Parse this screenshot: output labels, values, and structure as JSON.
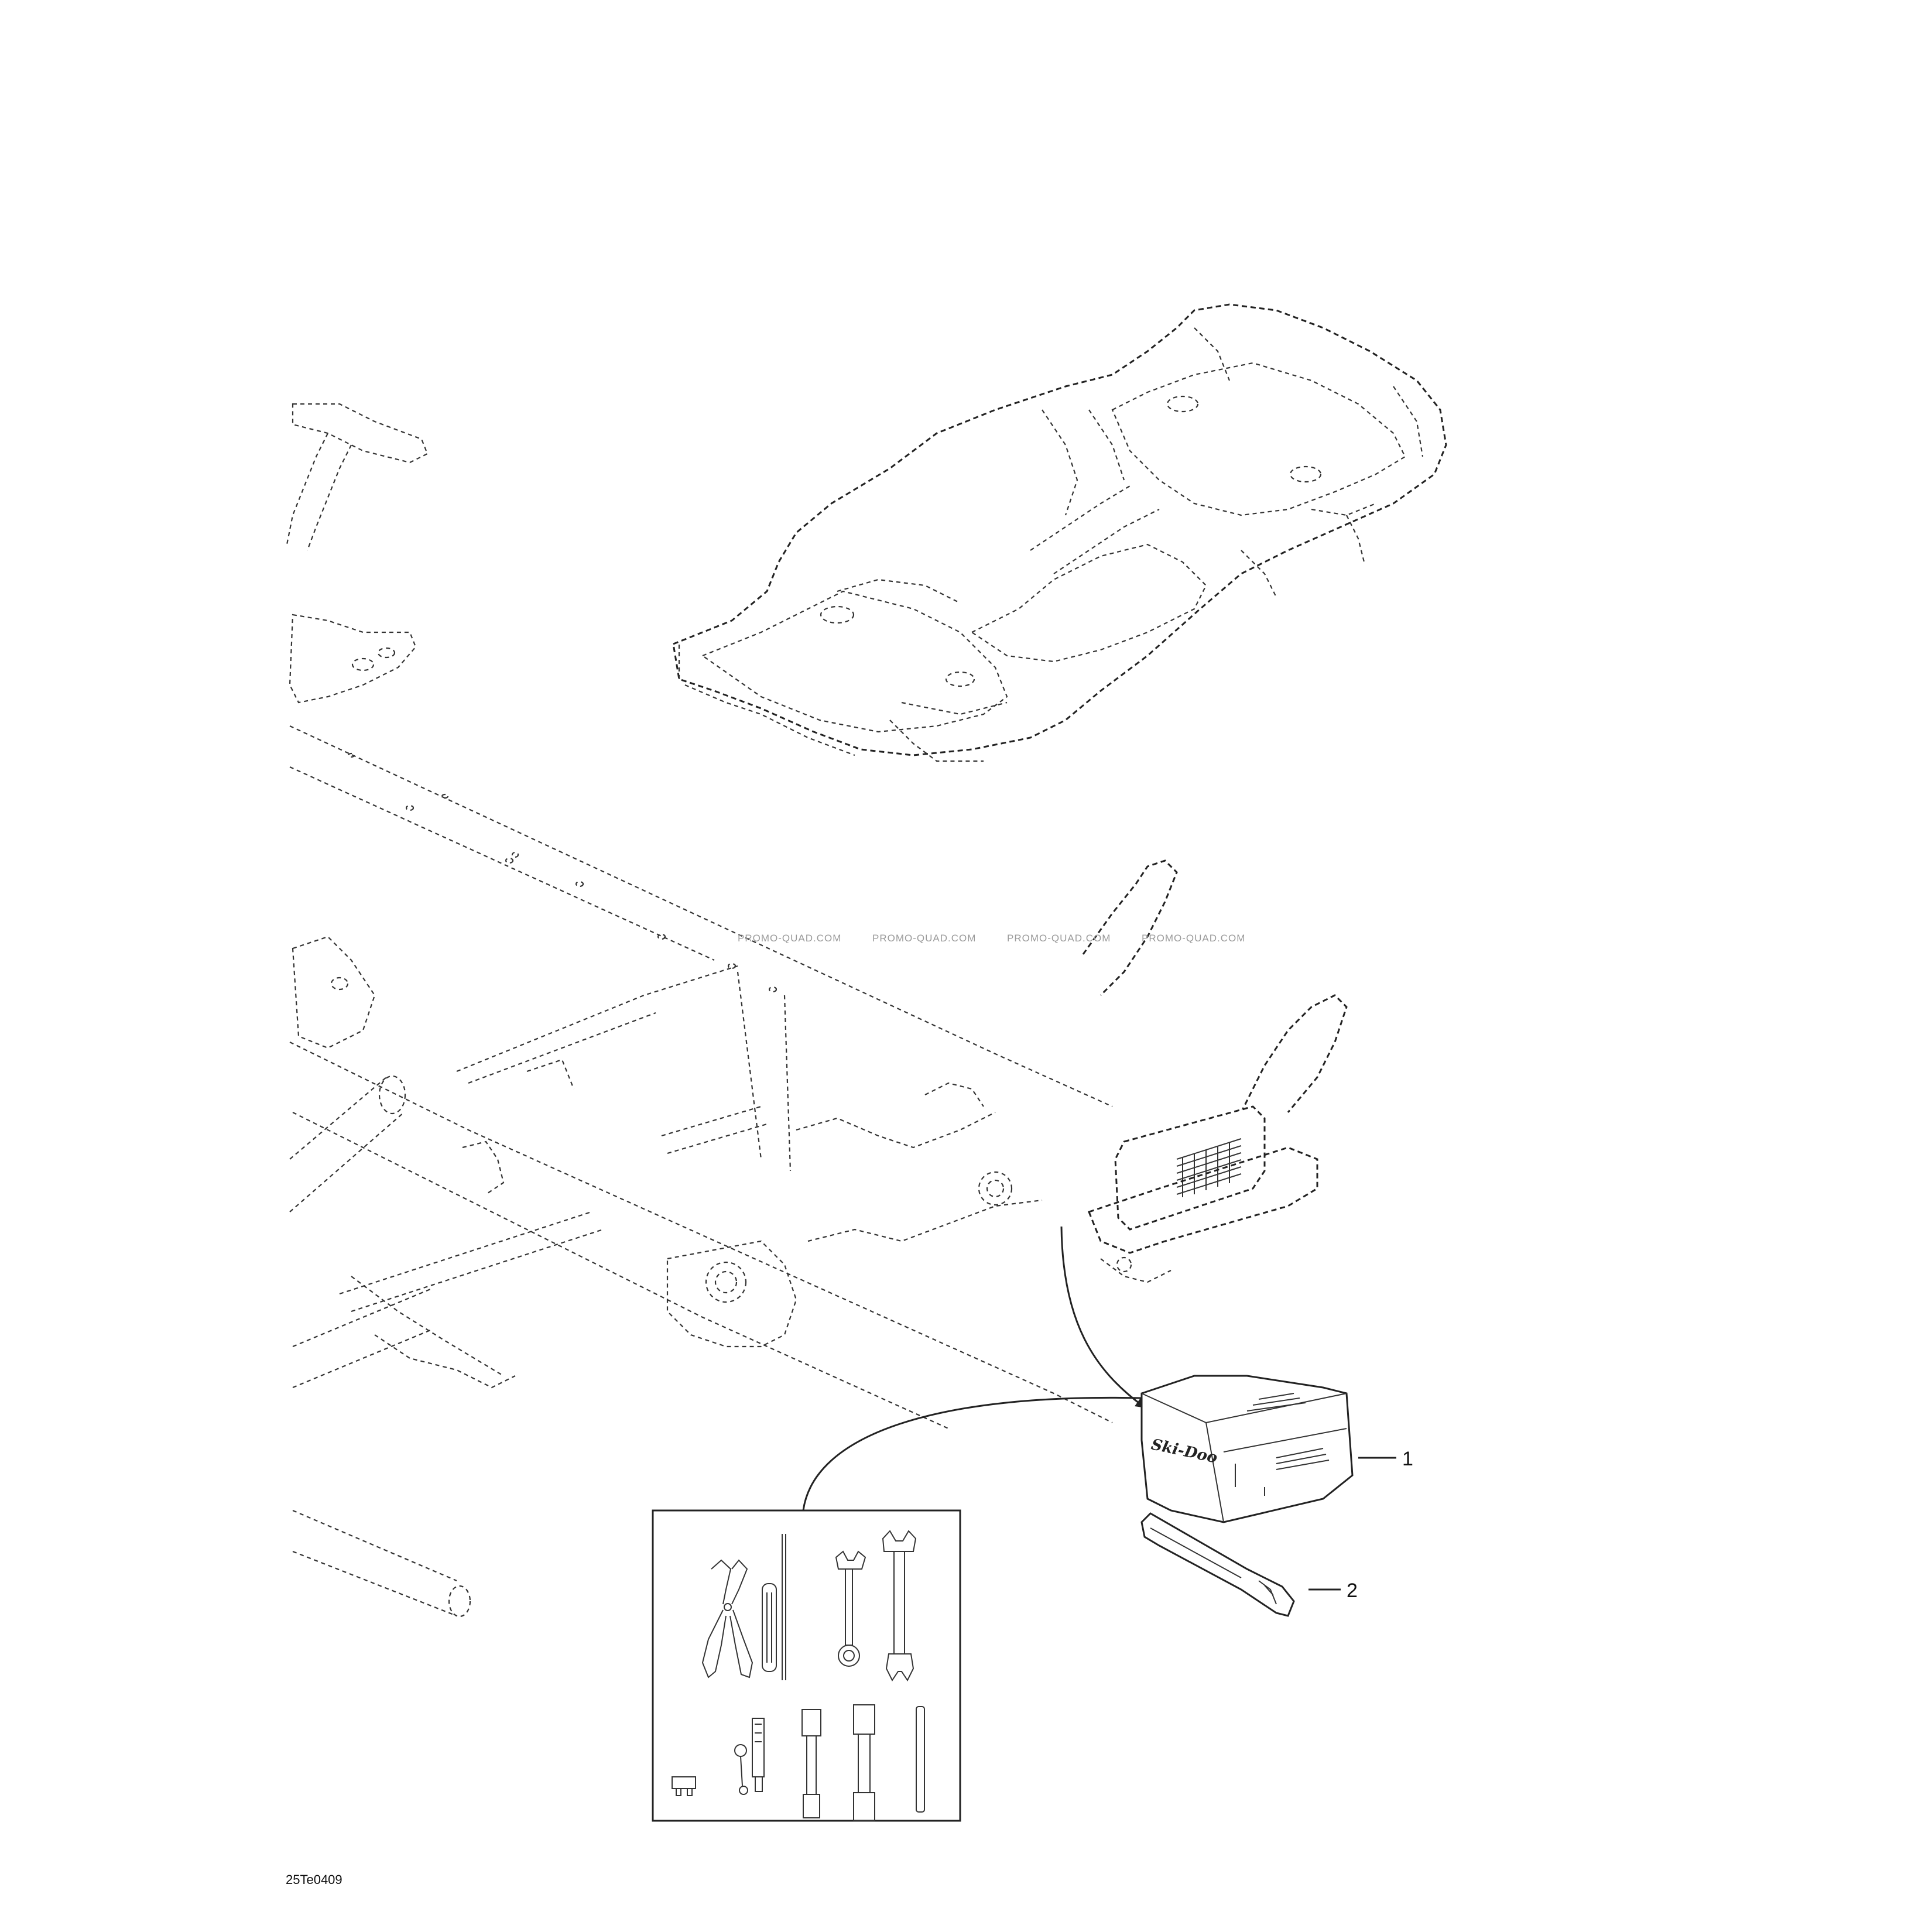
{
  "diagram": {
    "drawing_code": "25Te0409",
    "callouts": [
      {
        "number": "1"
      },
      {
        "number": "2"
      }
    ],
    "watermark": "PROMO-QUAD.COM",
    "toolbox_brand": "Ski-Doo"
  }
}
